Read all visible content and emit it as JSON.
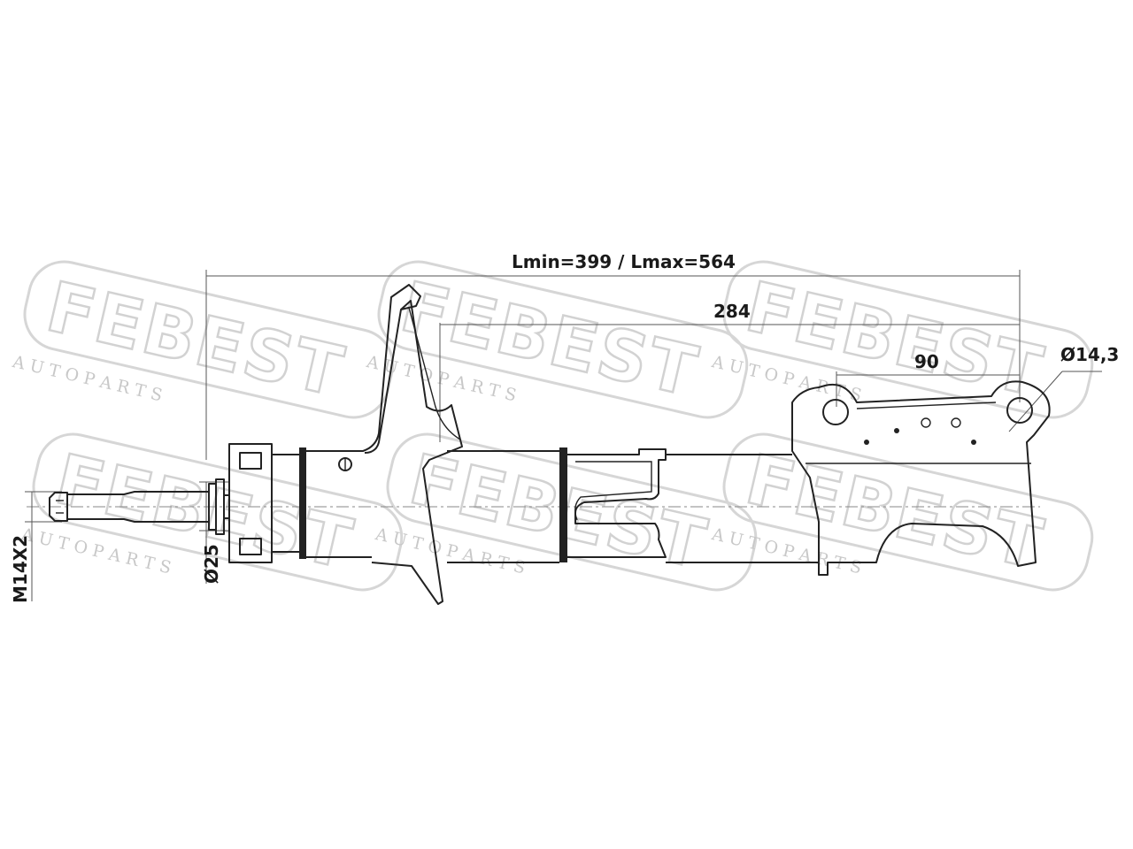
{
  "watermark": {
    "brand": "FEBEST",
    "tagline": "A U T O   P A R T S"
  },
  "dimensions": {
    "length": "Lmin=399 / Lmax=564",
    "bracket_length": "284",
    "hole_spacing": "90",
    "hole_diameter": "Ø14,3",
    "rod_diameter": "Ø25",
    "thread": "M14X2"
  }
}
